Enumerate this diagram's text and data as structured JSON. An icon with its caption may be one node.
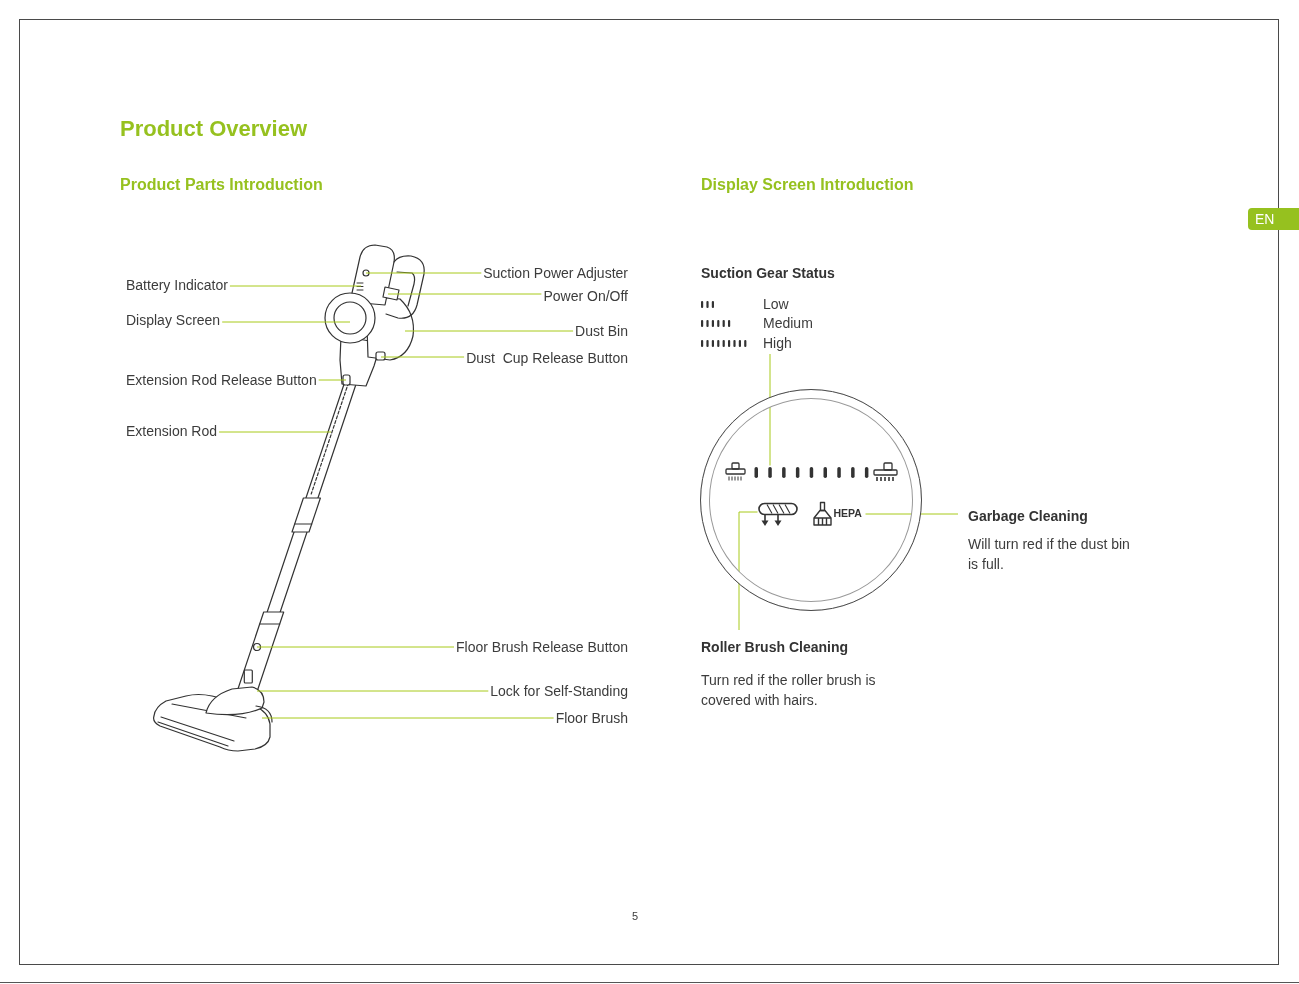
{
  "diagram": {
    "title": "Product Overview",
    "nodes": [
      {
        "text": [
          "Battery Indicator"
        ]
      },
      {
        "text": [
          "Display Screen"
        ]
      },
      {
        "text": [
          "Extension Rod Release Button"
        ]
      },
      {
        "text": [
          "Extension Rod"
        ]
      },
      {
        "text": [
          "Suction Power Adjuster"
        ]
      },
      {
        "text": [
          "Power On/Off"
        ]
      },
      {
        "text": [
          "Dust Bin"
        ]
      },
      {
        "text": [
          "Dust  Cup Release Button"
        ]
      },
      {
        "text": [
          "Floor Brush Release Button"
        ]
      },
      {
        "text": [
          "Lock for Self-Standing"
        ]
      },
      {
        "text": [
          "Floor Brush"
        ]
      },
      {
        "text": [
          "Suction Gear Status"
        ]
      },
      {
        "text": [],
        "shape": "circle"
      },
      {
        "text": [],
        "shape": "picture",
        "in": 12
      },
      {
        "text": [],
        "shape": "picture",
        "in": 12
      },
      {
        "text": [
          "HEPA"
        ],
        "in": 12
      },
      {
        "text": [
          "Garbage Cleaning",
          "Will turn red if the dust bin is full."
        ]
      },
      {
        "text": [
          "Roller Brush Cleaning",
          "Turn red if the roller brush is covered with hairs."
        ]
      }
    ],
    "edges": [
      {
        "from": 0,
        "to": null,
        "arrow": "none"
      },
      {
        "from": 1,
        "to": null,
        "arrow": "none"
      },
      {
        "from": 2,
        "to": null,
        "arrow": "none"
      },
      {
        "from": 3,
        "to": null,
        "arrow": "none"
      },
      {
        "from": 4,
        "to": null,
        "arrow": "none"
      },
      {
        "from": 5,
        "to": null,
        "arrow": "none"
      },
      {
        "from": 6,
        "to": null,
        "arrow": "none"
      },
      {
        "from": 7,
        "to": null,
        "arrow": "none"
      },
      {
        "from": 8,
        "to": null,
        "arrow": "none"
      },
      {
        "from": 9,
        "to": null,
        "arrow": "none"
      },
      {
        "from": 10,
        "to": null,
        "arrow": "none"
      },
      {
        "from": 11,
        "to": 13,
        "arrow": "none"
      },
      {
        "from": 16,
        "to": 15,
        "arrow": "none"
      },
      {
        "from": 17,
        "to": 14,
        "arrow": "none"
      }
    ],
    "labels": [
      "Product Parts Introduction",
      "Display Screen Introduction",
      "EN",
      "5"
    ],
    "legend": [
      {
        "text": "Low"
      },
      {
        "text": "Medium"
      },
      {
        "text": "High"
      }
    ]
  }
}
